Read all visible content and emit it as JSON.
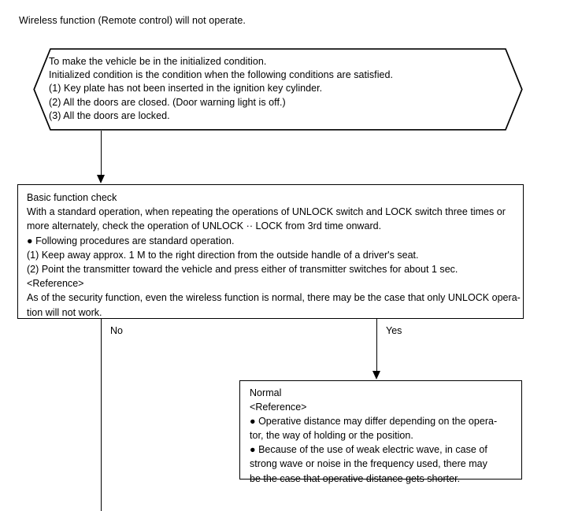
{
  "heading": {
    "text": "Wireless function (Remote control) will not operate."
  },
  "hexagon": {
    "name": "initialized-condition-hexagon",
    "lines": [
      "To make the vehicle be in the initialized condition.",
      "Initialized condition is the condition when the following conditions are satisfied.",
      "(1) Key plate has not been inserted in the ignition key cylinder.",
      "(2) All the doors are closed. (Door warning light is off.)",
      "(3) All the doors are locked."
    ]
  },
  "basic_box": {
    "name": "basic-function-check-box",
    "title": "Basic function check",
    "lines": [
      "With a standard operation, when repeating the operations of UNLOCK switch and LOCK switch three times or",
      "more alternately, check the operation of UNLOCK ·· LOCK from 3rd time onward.",
      "● Following procedures are standard operation.",
      "(1) Keep away approx. 1 M to the right direction from the outside handle of a driver's seat.",
      "(2) Point the transmitter toward the vehicle and press either of transmitter switches for about 1 sec.",
      "<Reference>",
      "As of the security function, even the wireless function is normal, there may be the case that only UNLOCK opera-",
      "tion will not work."
    ]
  },
  "branches": {
    "no_label": "No",
    "yes_label": "Yes"
  },
  "normal_box": {
    "name": "normal-result-box",
    "lines": [
      "Normal",
      "<Reference>",
      "● Operative distance may differ depending on the opera-",
      "tor, the way of holding or the position.",
      "● Because of the use of weak electric wave, in case of",
      "strong wave or noise in the frequency used, there may",
      "be the case that operative distance gets shorter."
    ]
  },
  "style": {
    "line_color": "#000000",
    "background": "#ffffff"
  }
}
